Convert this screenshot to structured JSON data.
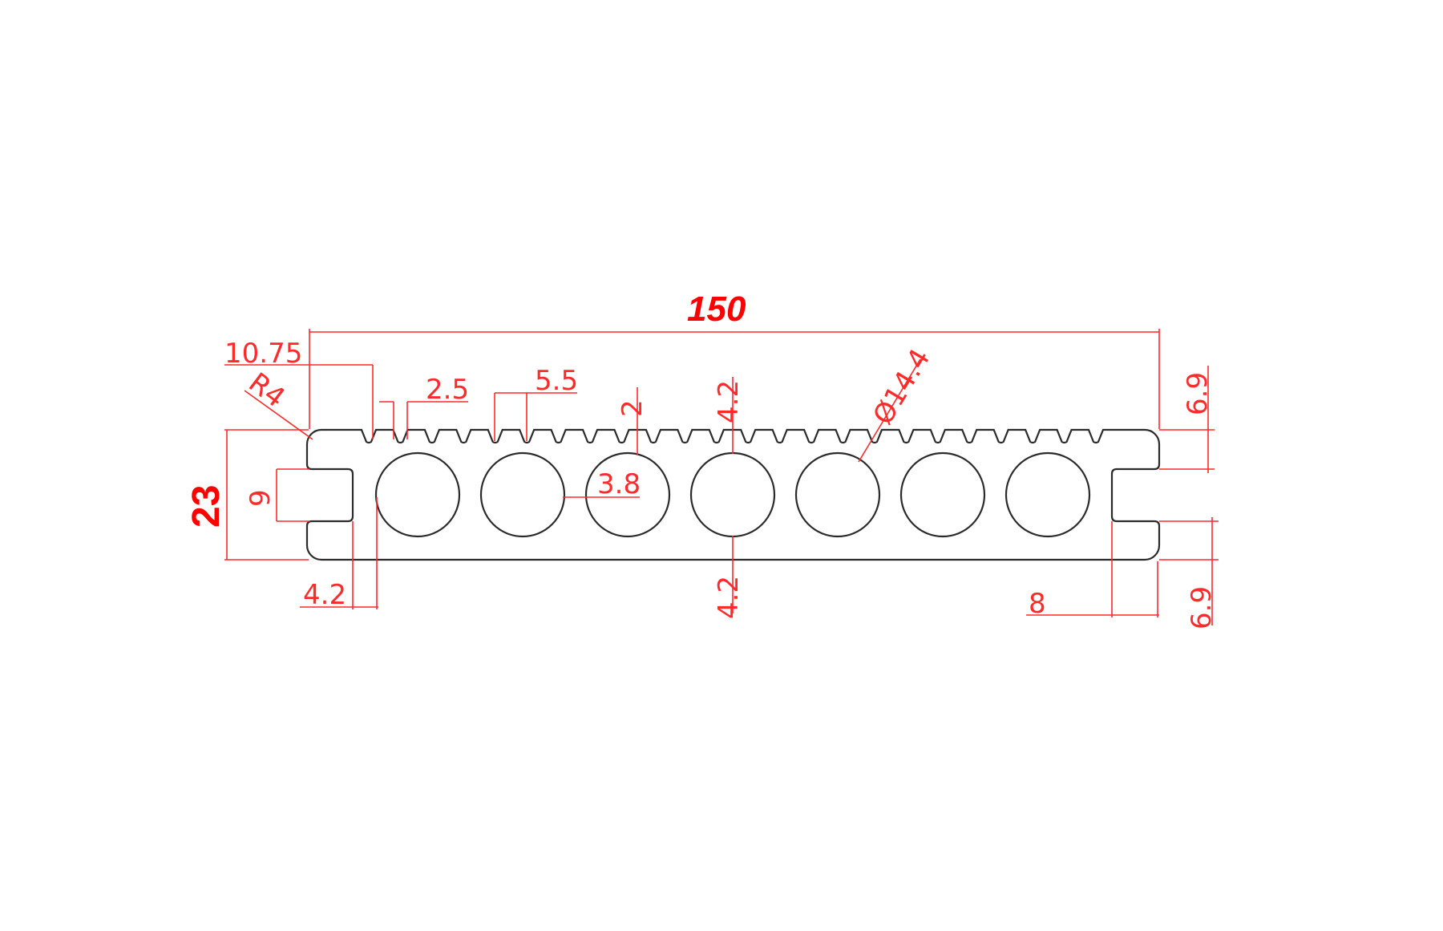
{
  "drawing": {
    "type": "decking board profile cross-section",
    "line_color": "#2b2b2b",
    "dimension_color": "#ff2a2a",
    "hole_count": 7,
    "groove_count": 24
  },
  "dimensions": {
    "overall_width": "150",
    "overall_thickness": "23",
    "left_edge_offset": "10.75",
    "corner_radius": "R4",
    "groove_width": "2.5",
    "groove_pitch": "5.5",
    "groove_depth": "2",
    "top_wall": "4.2",
    "hole_diameter": "Ø14.4",
    "hole_spacing": "3.8",
    "slot_height": "9",
    "bottom_left_offset": "4.2",
    "bottom_wall": "4.2",
    "right_slot_depth": "8",
    "right_top_lip": "6.9",
    "right_bottom_lip": "6.9"
  }
}
